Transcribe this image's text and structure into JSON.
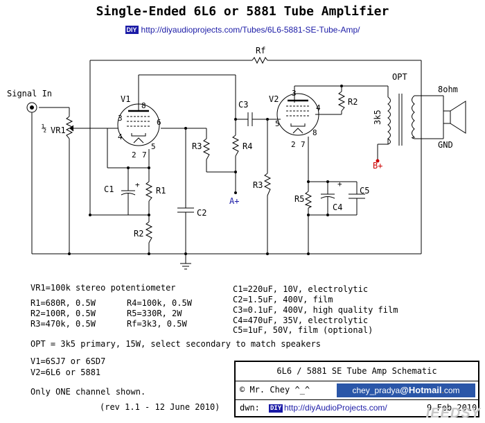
{
  "header": {
    "title": "Single-Ended 6L6 or 5881 Tube Amplifier",
    "badge": "DIY",
    "url": "http://diyaudioprojects.com/Tubes/6L6-5881-SE-Tube-Amp/"
  },
  "schematic": {
    "labels": {
      "signal_in": "Signal In",
      "half": "½",
      "vr1": "VR1",
      "v1": "V1",
      "v2": "V2",
      "rf": "Rf",
      "c1": "C1",
      "c2": "C2",
      "c3": "C3",
      "c4": "C4",
      "c5": "C5",
      "r1": "R1",
      "r2_left": "R2",
      "r2_right": "R2",
      "r3_left": "R3",
      "r3_right": "R3",
      "r4": "R4",
      "r5": "R5",
      "a_plus": "A+",
      "b_plus": "B+",
      "opt": "OPT",
      "opt_ratio": "3k5",
      "speaker_ohm": "8ohm",
      "gnd": "GND",
      "pin_v1_3": "3",
      "pin_v1_4": "4",
      "pin_v1_8": "8",
      "pin_v1_6": "6",
      "pin_v1_2": "2",
      "pin_v1_7": "7",
      "pin_v1_5": "5",
      "pin_v2_3": "3",
      "pin_v2_4": "4",
      "pin_v2_5": "5",
      "pin_v2_2": "2",
      "pin_v2_7": "7",
      "pin_v2_8": "8",
      "plus_c1": "+",
      "plus_c4": "+"
    }
  },
  "notes": {
    "vr1": "VR1=100k stereo potentiometer",
    "resistors_left": [
      "R1=680R, 0.5W",
      "R2=100R, 0.5W",
      "R3=470k, 0.5W"
    ],
    "resistors_right": [
      "R4=100k, 0.5W",
      "R5=330R, 2W",
      "Rf=3k3, 0.5W"
    ],
    "capacitors": [
      "C1=220uF, 10V, electrolytic",
      "C2=1.5uF, 400V, film",
      "C3=0.1uF, 400V, high quality film",
      "C4=470uF, 35V, electrolytic",
      "C5=1uF, 50V, film (optional)"
    ],
    "opt": "OPT = 3k5 primary, 15W, select secondary to match speakers",
    "tubes": [
      "V1=6SJ7 or 6SD7",
      "V2=6L6 or 5881"
    ],
    "channel": "Only ONE channel shown.",
    "rev": "(rev 1.1 - 12 June 2010)"
  },
  "titlebox": {
    "title": "6L6 / 5881 SE Tube Amp Schematic",
    "author": "© Mr. Chey ^_^",
    "email_user": "chey_pradya",
    "email_at": "@",
    "email_host": "Hotmail",
    "email_dot": ".",
    "email_tld": "com",
    "drawn_label": "dwn:",
    "badge": "DIY",
    "drawn_url": "http://diyAudioProjects.com/",
    "drawn_date": "9 Feb 2010"
  },
  "watermark": "IEEDSY"
}
